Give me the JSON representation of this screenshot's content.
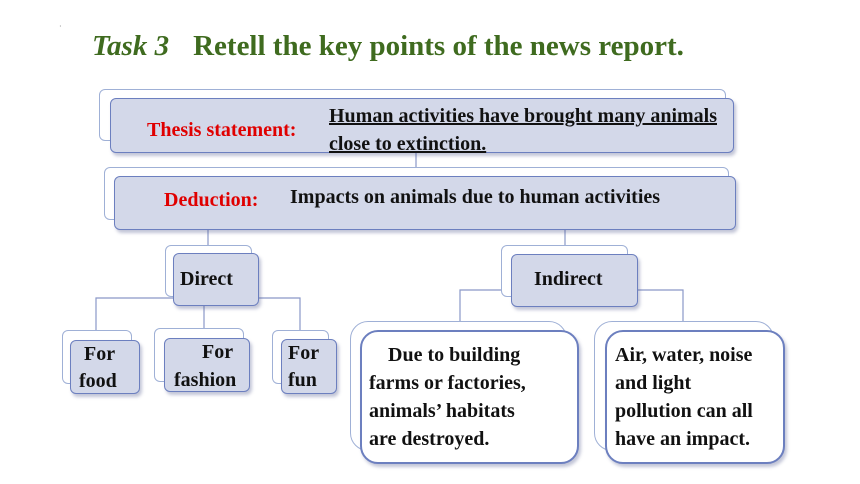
{
  "title": {
    "task": "Task 3",
    "text": "Retell the key points of the news report."
  },
  "thesis": {
    "label": "Thesis statement:",
    "line1": "Human activities have brought many animals",
    "line2": "close to extinction."
  },
  "deduction": {
    "label": "Deduction:",
    "text": "Impacts on animals due to human activities"
  },
  "direct": {
    "label": "Direct",
    "items": [
      {
        "line1": "For",
        "line2": "food"
      },
      {
        "line1": "For",
        "line2": "fashion"
      },
      {
        "line1": "For",
        "line2": "fun"
      }
    ]
  },
  "indirect": {
    "label": "Indirect",
    "items": [
      {
        "lines": [
          "Due to building",
          "farms or factories,",
          "animals’ habitats",
          "are destroyed."
        ]
      },
      {
        "lines": [
          "Air, water, noise",
          "and light",
          "pollution can all",
          "have an impact."
        ]
      }
    ]
  },
  "colors": {
    "title": "#3f6b1f",
    "label_red": "#e00000",
    "box_fill": "#d3d8e9",
    "box_border": "#6c7fbf"
  }
}
